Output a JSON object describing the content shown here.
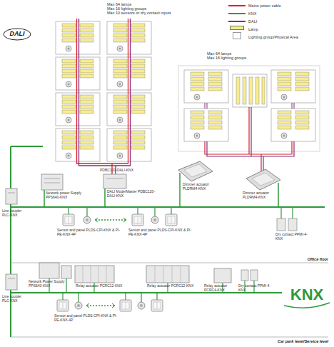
{
  "diagram": {
    "labels": [
      "Max 64 lamps",
      "Max 16 lighting groups",
      "Max 10 sensors or dry contact inputs",
      "DALI",
      "PDBC120-DALI-KNX",
      "Max 64 lamps",
      "Max 16 lighting groups",
      "Line coupler PLC-KNX",
      "Network power Supply PPS640-KNX",
      "DALI Mode/Master PDBC120-DALI-KNX",
      "Dimmer actuator PLDRM4-KNX",
      "Dimmer actuator PLDRM4-KNX",
      "Sensor and panel PLDS-CPI-KNX & PI-PE-KNX-4P",
      "Sensor and panel PLDS-CPI-KNX & PI-PE-KNX-4P",
      "Dry contact PPMI-4-KNX",
      "Office floor",
      "Line coupler PLC-KNX",
      "Network Power Supply PPS640-KNX",
      "Relay actuator PCRC12-KNX",
      "Relay actuator PCRC12-KNX",
      "Relay actuator PCRC4-KNX",
      "Dry contact PPMI-4-KNX",
      "Sensor and panel PLDS-CPI-KNX & PI-PE-KNX-4P",
      "Car park level/Service level",
      "KNX"
    ],
    "legend": [
      {
        "text": "Mains power cable"
      },
      {
        "text": "KNX"
      },
      {
        "text": "DALI"
      },
      {
        "text": "Lamp",
        "color": "#f7ec8f"
      },
      {
        "text": "Lighting group/Physical Area",
        "color": "#ffffff"
      }
    ]
  }
}
